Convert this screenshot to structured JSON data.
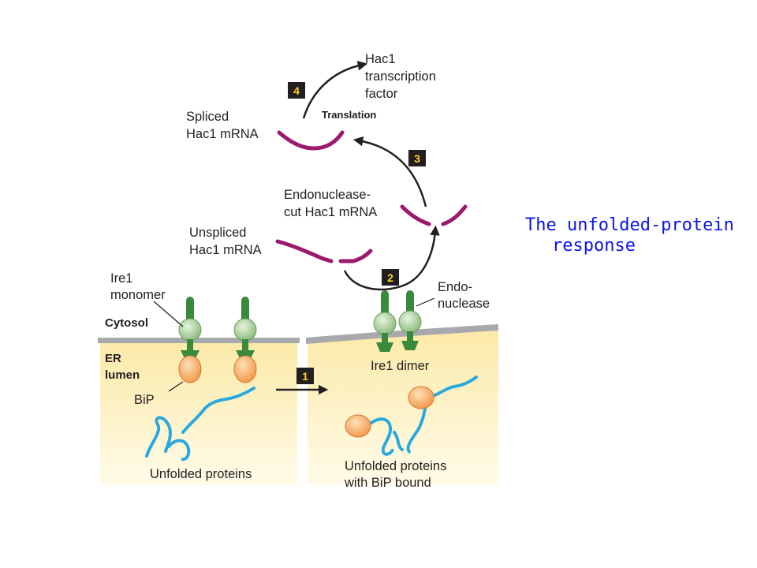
{
  "caption": {
    "line1": "The unfolded-protein",
    "line2": "response"
  },
  "labels": {
    "cytosol": "Cytosol",
    "er_lumen_1": "ER",
    "er_lumen_2": "lumen",
    "ire1_monomer_1": "Ire1",
    "ire1_monomer_2": "monomer",
    "bip": "BiP",
    "unfolded_proteins": "Unfolded proteins",
    "unfolded_bip_1": "Unfolded proteins",
    "unfolded_bip_2": "with BiP bound",
    "ire1_dimer": "Ire1 dimer",
    "endo_1": "Endo-",
    "endo_2": "nuclease",
    "unspliced_1": "Unspliced",
    "unspliced_2": "Hac1 mRNA",
    "endocut_1": "Endonuclease-",
    "endocut_2": "cut Hac1 mRNA",
    "spliced_1": "Spliced",
    "spliced_2": "Hac1 mRNA",
    "translation": "Translation",
    "tf_1": "Hac1",
    "tf_2": "transcription",
    "tf_3": "factor"
  },
  "steps": {
    "s1": "1",
    "s2": "2",
    "s3": "3",
    "s4": "4"
  },
  "colors": {
    "er_lumen": "#fdf3c0",
    "membrane": "#a7a9ac",
    "ire1_light": "#a9cf9b",
    "ire1_dark": "#3a8a3c",
    "bip": "#f5a15a",
    "mrna": "#9b1a6e",
    "unfolded_protein": "#29a8e0",
    "caption": "#0a14e6"
  }
}
